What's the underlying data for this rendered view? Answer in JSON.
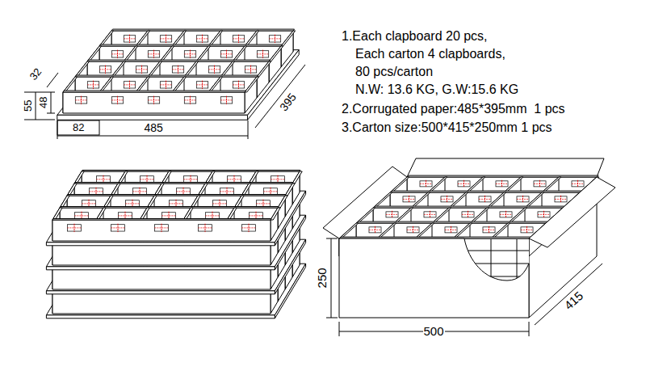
{
  "diagram": {
    "labels": [
      "1.Each clapboard 20 pcs,",
      "Each carton 4 clapboards,",
      "80 pcs/carton",
      "N.W: 13.6 KG, G.W:15.6 KG",
      "2.Corrugated paper:485*395mm  1 pcs",
      "3.Carton size:500*415*250mm 1 pcs",
      "32",
      "55",
      "48",
      "82",
      "485",
      "395",
      "250",
      "500",
      "415"
    ]
  }
}
